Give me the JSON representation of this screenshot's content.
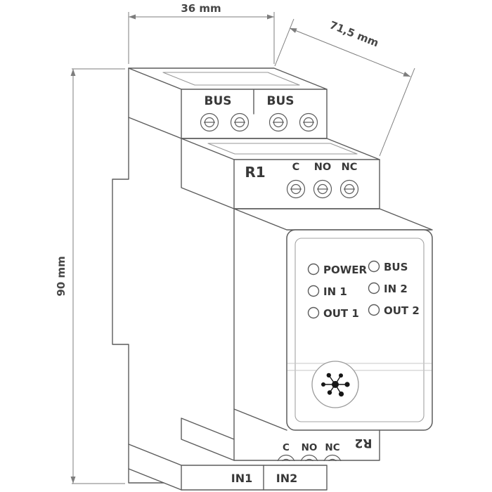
{
  "style": {
    "line_color": "#5c5c5c",
    "text_color": "#383838"
  },
  "drawing": {
    "dimensions": {
      "width": "36 mm",
      "depth": "71,5 mm",
      "height": "90 mm"
    },
    "bus_block": {
      "left": "BUS",
      "right": "BUS"
    },
    "relay_top": {
      "name": "R1",
      "c": "C",
      "no": "NO",
      "nc": "NC"
    },
    "front_panel": {
      "leds_left": [
        "POWER",
        "IN 1",
        "OUT 1"
      ],
      "leds_right": [
        "BUS",
        "IN 2",
        "OUT 2"
      ]
    },
    "relay_bottom": {
      "name": "R2",
      "c": "C",
      "no": "NO",
      "nc": "NC"
    },
    "input_block": {
      "left": "IN1",
      "right": "IN2"
    }
  }
}
